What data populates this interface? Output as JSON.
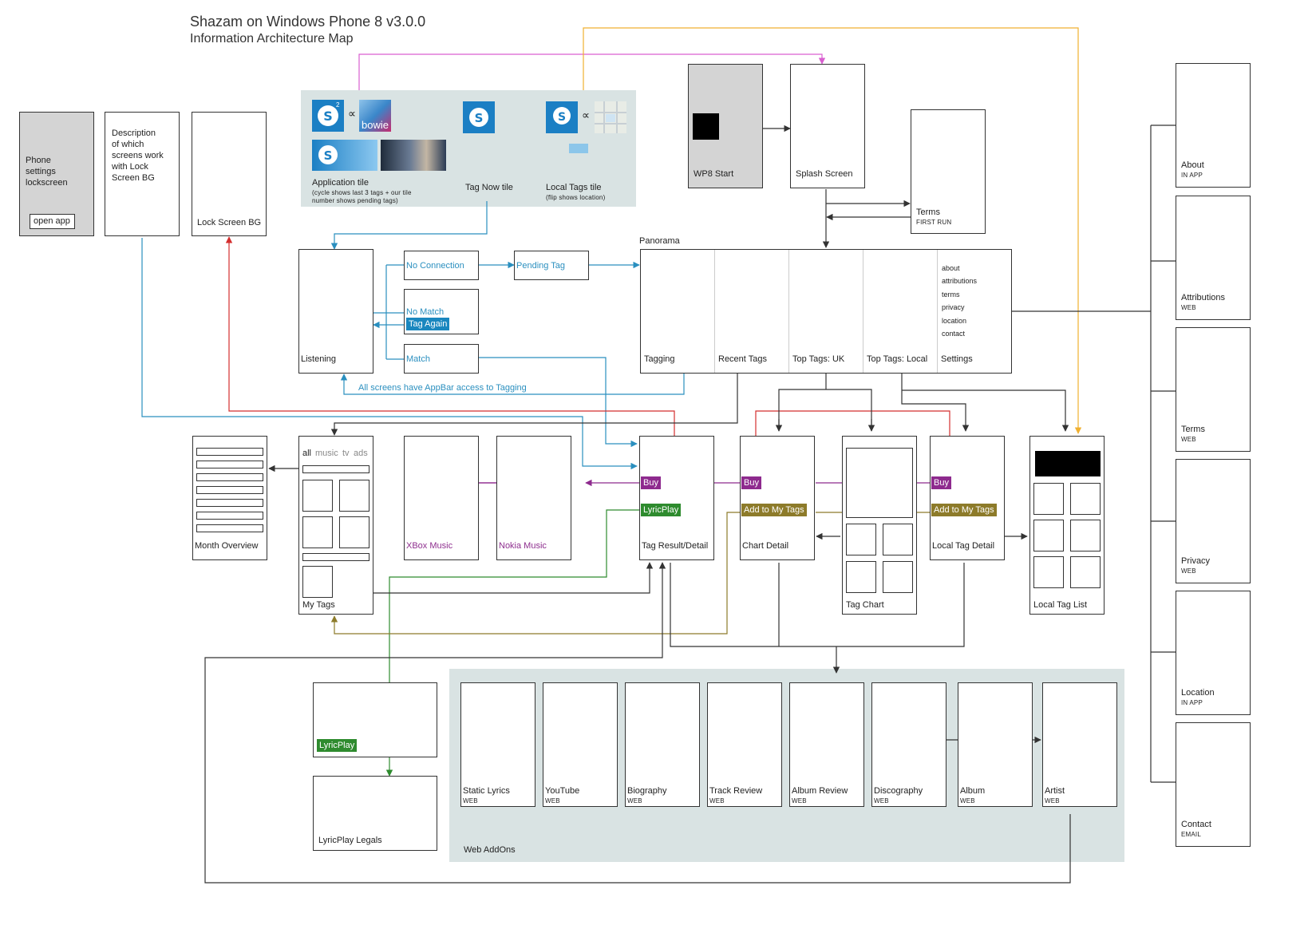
{
  "title": {
    "main": "Shazam on Windows Phone 8 v3.0.0",
    "sub": "Information Architecture Map"
  },
  "colors": {
    "teal": "#2a8fbf",
    "purple": "#8e2a8e",
    "green": "#2e8b2e",
    "olive": "#8d7b2a",
    "red": "#d42e2e",
    "orange": "#f0b030",
    "magenta": "#d95fd0",
    "panel": "#d9e3e3"
  },
  "lockscreen": {
    "phone_settings": [
      "Phone",
      "settings",
      "lockscreen"
    ],
    "open_app": "open app",
    "description": [
      "Description",
      "of which",
      "screens work",
      "with Lock",
      "Screen BG"
    ],
    "lock_screen_bg": "Lock Screen BG"
  },
  "tiles": {
    "app_tile": "Application tile",
    "app_tile_note1": "(cycle shows last 3 tags + our tile",
    "app_tile_note2": "number shows pending tags)",
    "tag_now": "Tag Now tile",
    "local_tags": "Local Tags tile",
    "local_tags_note": "(flip shows location)",
    "bowie": "bowie",
    "symbol": "∝",
    "badge_count": "2"
  },
  "start": {
    "wp8_start": "WP8 Start",
    "splash": "Splash Screen",
    "terms": "Terms",
    "terms_sub": "FIRST RUN"
  },
  "flow": {
    "listening": "Listening",
    "no_connection": "No Connection",
    "pending_tag": "Pending Tag",
    "no_match": "No Match",
    "tag_again": "Tag Again",
    "match": "Match",
    "appbar_note": "All screens have AppBar access to Tagging"
  },
  "panorama": {
    "label": "Panorama",
    "sections": [
      "Tagging",
      "Recent Tags",
      "Top Tags: UK",
      "Top Tags: Local",
      "Settings"
    ],
    "settings_menu": [
      "about",
      "attributions",
      "terms",
      "privacy",
      "location",
      "contact"
    ]
  },
  "settings_pages": [
    {
      "label": "About",
      "sub": "IN APP"
    },
    {
      "label": "Attributions",
      "sub": "WEB"
    },
    {
      "label": "Terms",
      "sub": "WEB"
    },
    {
      "label": "Privacy",
      "sub": "WEB"
    },
    {
      "label": "Location",
      "sub": "IN APP"
    },
    {
      "label": "Contact",
      "sub": "EMAIL"
    }
  ],
  "screens": {
    "month_overview": "Month Overview",
    "my_tags": "My Tags",
    "my_tags_filters": [
      "all",
      "music",
      "tv",
      "ads"
    ],
    "xbox_music": "XBox Music",
    "nokia_music": "Nokia Music",
    "tag_result": "Tag Result/Detail",
    "chart_detail": "Chart Detail",
    "tag_chart": "Tag Chart",
    "local_tag_detail": "Local Tag Detail",
    "local_tag_list": "Local Tag List",
    "buy": "Buy",
    "lyricplay": "LyricPlay",
    "add_to_my_tags": "Add to My Tags",
    "lyricplay_legals": "LyricPlay Legals"
  },
  "web_addons": {
    "label": "Web AddOns",
    "pages": [
      {
        "label": "Static Lyrics",
        "sub": "WEB"
      },
      {
        "label": "YouTube",
        "sub": "WEB"
      },
      {
        "label": "Biography",
        "sub": "WEB"
      },
      {
        "label": "Track Review",
        "sub": "WEB"
      },
      {
        "label": "Album Review",
        "sub": "WEB"
      },
      {
        "label": "Discography",
        "sub": "WEB"
      },
      {
        "label": "Album",
        "sub": "WEB"
      },
      {
        "label": "Artist",
        "sub": "WEB"
      }
    ]
  }
}
